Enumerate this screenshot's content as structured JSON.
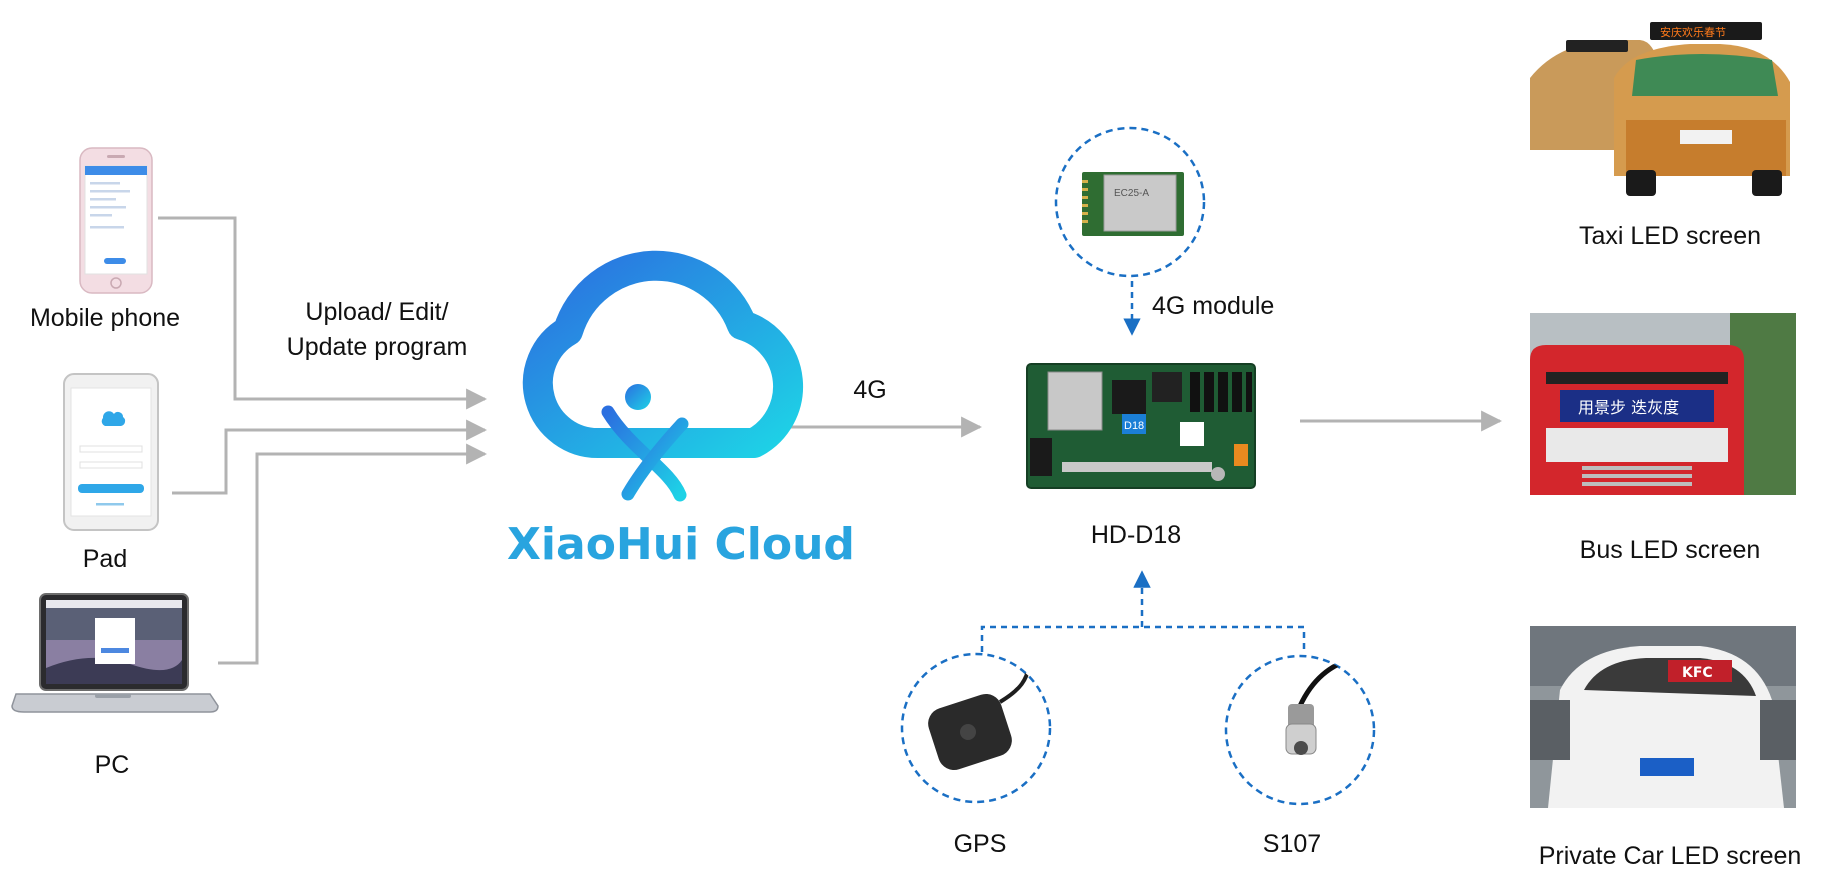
{
  "labels": {
    "mobile_phone": "Mobile phone",
    "pad": "Pad",
    "pc": "PC",
    "upload_line1": "Upload/ Edit/",
    "upload_line2": "Update program",
    "cloud_brand": "XiaoHui Cloud",
    "link_4g": "4G",
    "module_4g": "4G module",
    "controller": "HD-D18",
    "gps": "GPS",
    "s107": "S107",
    "taxi": "Taxi LED screen",
    "bus": "Bus LED screen",
    "private_car": "Private Car LED screen"
  },
  "device_text": {
    "board_badge": "D18",
    "module_chip": "EC25-A",
    "taxi_screen": "安庆欢乐春节",
    "bus_screen": "用景步 迭灰度",
    "car_screen": "KFC"
  },
  "colors": {
    "cloud_gradient_start": "#2b6fe0",
    "cloud_gradient_end": "#1ed2e6",
    "brand_text": "#29a4df",
    "connector_gray": "#b3b3b3",
    "dashed_blue": "#1a6fc4"
  }
}
